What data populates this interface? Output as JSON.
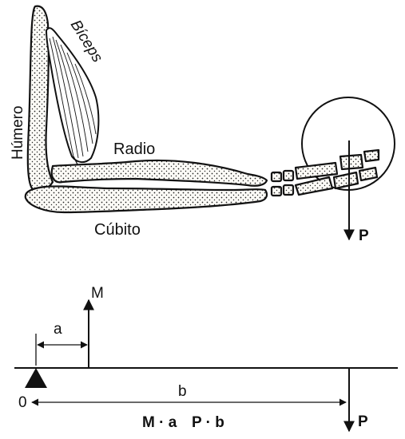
{
  "arm": {
    "labels": {
      "humerus": "Húmero",
      "biceps": "Bíceps",
      "radius": "Radio",
      "ulna": "Cúbito",
      "load": "P"
    }
  },
  "lever": {
    "labels": {
      "effort": "M",
      "effort_arm": "a",
      "pivot": "0",
      "load_arm": "b",
      "load": "P",
      "moment_effort": "M · a",
      "moment_load": "P · b"
    }
  }
}
